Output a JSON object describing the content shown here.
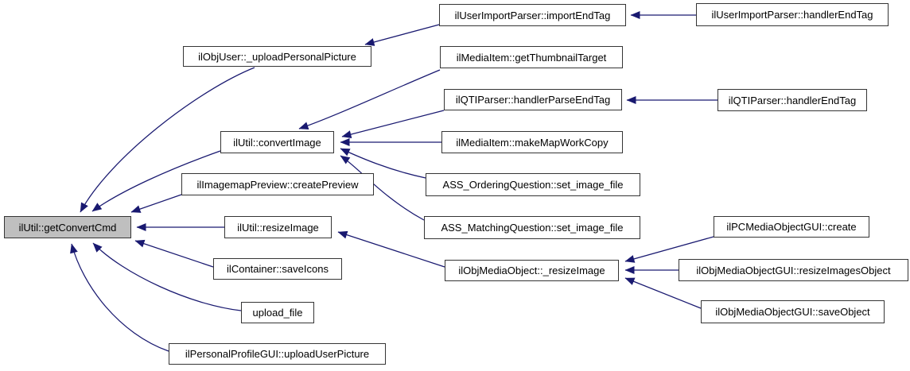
{
  "graph": {
    "kind": "caller-graph",
    "highlighted_node": "ilUtil::getConvertCmd",
    "colors": {
      "edge": "#191970",
      "node_border": "#353535",
      "node_fill": "#ffffff",
      "highlight_fill": "#bfbfbf",
      "text": "#000000",
      "background": "#ffffff"
    }
  },
  "nodes": {
    "getConvertCmd": {
      "label": "ilUtil::getConvertCmd"
    },
    "uploadPersonalPicture": {
      "label": "ilObjUser::_uploadPersonalPicture"
    },
    "importEndTag": {
      "label": "ilUserImportParser::importEndTag"
    },
    "userImportHandlerEndTag": {
      "label": "ilUserImportParser::handlerEndTag"
    },
    "getThumbnailTarget": {
      "label": "ilMediaItem::getThumbnailTarget"
    },
    "handlerParseEndTag": {
      "label": "ilQTIParser::handlerParseEndTag"
    },
    "qtiHandlerEndTag": {
      "label": "ilQTIParser::handlerEndTag"
    },
    "convertImage": {
      "label": "ilUtil::convertImage"
    },
    "makeMapWorkCopy": {
      "label": "ilMediaItem::makeMapWorkCopy"
    },
    "createPreview": {
      "label": "ilImagemapPreview::createPreview"
    },
    "assOrderingSetImageFile": {
      "label": "ASS_OrderingQuestion::set_image_file"
    },
    "resizeImage": {
      "label": "ilUtil::resizeImage"
    },
    "assMatchingSetImageFile": {
      "label": "ASS_MatchingQuestion::set_image_file"
    },
    "pcMediaObjectCreate": {
      "label": "ilPCMediaObjectGUI::create"
    },
    "saveIcons": {
      "label": "ilContainer::saveIcons"
    },
    "objResizeImage": {
      "label": "ilObjMediaObject::_resizeImage"
    },
    "resizeImagesObject": {
      "label": "ilObjMediaObjectGUI::resizeImagesObject"
    },
    "uploadFile": {
      "label": "upload_file"
    },
    "saveObject": {
      "label": "ilObjMediaObjectGUI::saveObject"
    },
    "uploadUserPicture": {
      "label": "ilPersonalProfileGUI::uploadUserPicture"
    }
  },
  "edges": [
    {
      "from": "ilUserImportParser::handlerEndTag",
      "to": "ilUserImportParser::importEndTag"
    },
    {
      "from": "ilUserImportParser::importEndTag",
      "to": "ilObjUser::_uploadPersonalPicture"
    },
    {
      "from": "ilObjUser::_uploadPersonalPicture",
      "to": "ilUtil::getConvertCmd"
    },
    {
      "from": "ilMediaItem::getThumbnailTarget",
      "to": "ilUtil::convertImage"
    },
    {
      "from": "ilQTIParser::handlerEndTag",
      "to": "ilQTIParser::handlerParseEndTag"
    },
    {
      "from": "ilQTIParser::handlerParseEndTag",
      "to": "ilUtil::convertImage"
    },
    {
      "from": "ilMediaItem::makeMapWorkCopy",
      "to": "ilUtil::convertImage"
    },
    {
      "from": "ASS_OrderingQuestion::set_image_file",
      "to": "ilUtil::convertImage"
    },
    {
      "from": "ASS_MatchingQuestion::set_image_file",
      "to": "ilUtil::convertImage"
    },
    {
      "from": "ilUtil::convertImage",
      "to": "ilUtil::getConvertCmd"
    },
    {
      "from": "ilImagemapPreview::createPreview",
      "to": "ilUtil::getConvertCmd"
    },
    {
      "from": "ilUtil::resizeImage",
      "to": "ilUtil::getConvertCmd"
    },
    {
      "from": "ilContainer::saveIcons",
      "to": "ilUtil::getConvertCmd"
    },
    {
      "from": "upload_file",
      "to": "ilUtil::getConvertCmd"
    },
    {
      "from": "ilPersonalProfileGUI::uploadUserPicture",
      "to": "ilUtil::getConvertCmd"
    },
    {
      "from": "ilObjMediaObject::_resizeImage",
      "to": "ilUtil::resizeImage"
    },
    {
      "from": "ilPCMediaObjectGUI::create",
      "to": "ilObjMediaObject::_resizeImage"
    },
    {
      "from": "ilObjMediaObjectGUI::resizeImagesObject",
      "to": "ilObjMediaObject::_resizeImage"
    },
    {
      "from": "ilObjMediaObjectGUI::saveObject",
      "to": "ilObjMediaObject::_resizeImage"
    }
  ]
}
